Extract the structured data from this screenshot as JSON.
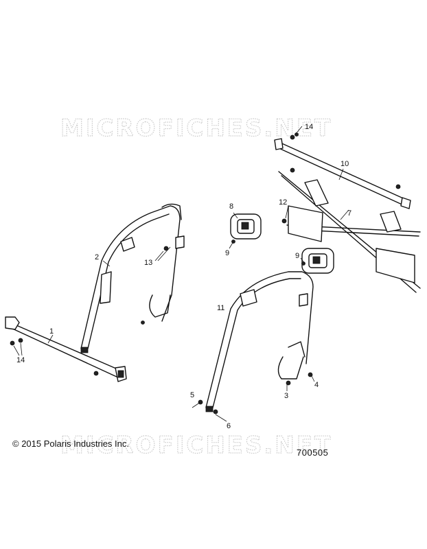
{
  "watermark": {
    "text_top": "MICROFICHES.NET",
    "text_bottom": "MICROFICHES.NET"
  },
  "callouts": {
    "c1": "1",
    "c2": "2",
    "c3": "3",
    "c4": "4",
    "c5": "5",
    "c6": "6",
    "c7": "7",
    "c8": "8",
    "c9a": "9",
    "c9b": "9",
    "c10": "10",
    "c11": "11",
    "c12": "12",
    "c13": "13",
    "c14a": "14",
    "c14b": "14"
  },
  "footer": {
    "copyright": "© 2015 Polaris Industries Inc.",
    "figure_number": "700505"
  }
}
